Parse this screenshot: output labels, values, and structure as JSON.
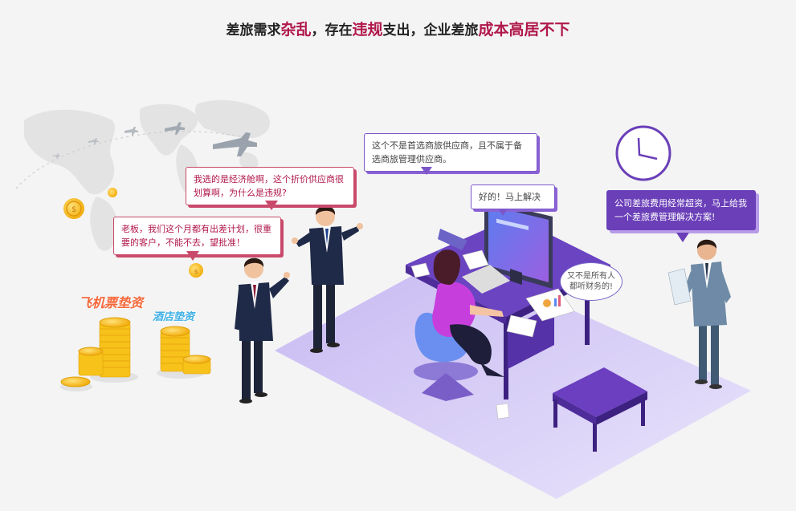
{
  "headline": {
    "p1": "差旅需求",
    "p2": "杂乱",
    "p3": "，存在",
    "p4": "违规",
    "p5": "支出，企业差旅",
    "p6": "成本高居不下"
  },
  "bubbles": {
    "economy": "我选的是经济舱啊，这个折价供应商很划算啊，为什么是违规?",
    "boss": "老板，我们这个月都有出差计划，很重要的客户，不能不去，望批准！",
    "supplier": "这个不是首选商旅供应商，且不属于备选商旅管理供应商。",
    "ok": "好的！马上解决",
    "finance": "又不是所有人都听财务的!",
    "solution": "公司差旅费用经常超资，马上给我一个差旅费管理解决方案!"
  },
  "labels": {
    "flight": "飞机票垫资",
    "hotel": "酒店垫资"
  },
  "colors": {
    "accent": "#b0184a",
    "purple": "#6a3fb8",
    "flight_label": "#f5683a",
    "hotel_label": "#3fb0e6",
    "coin": "#f7c21a"
  }
}
